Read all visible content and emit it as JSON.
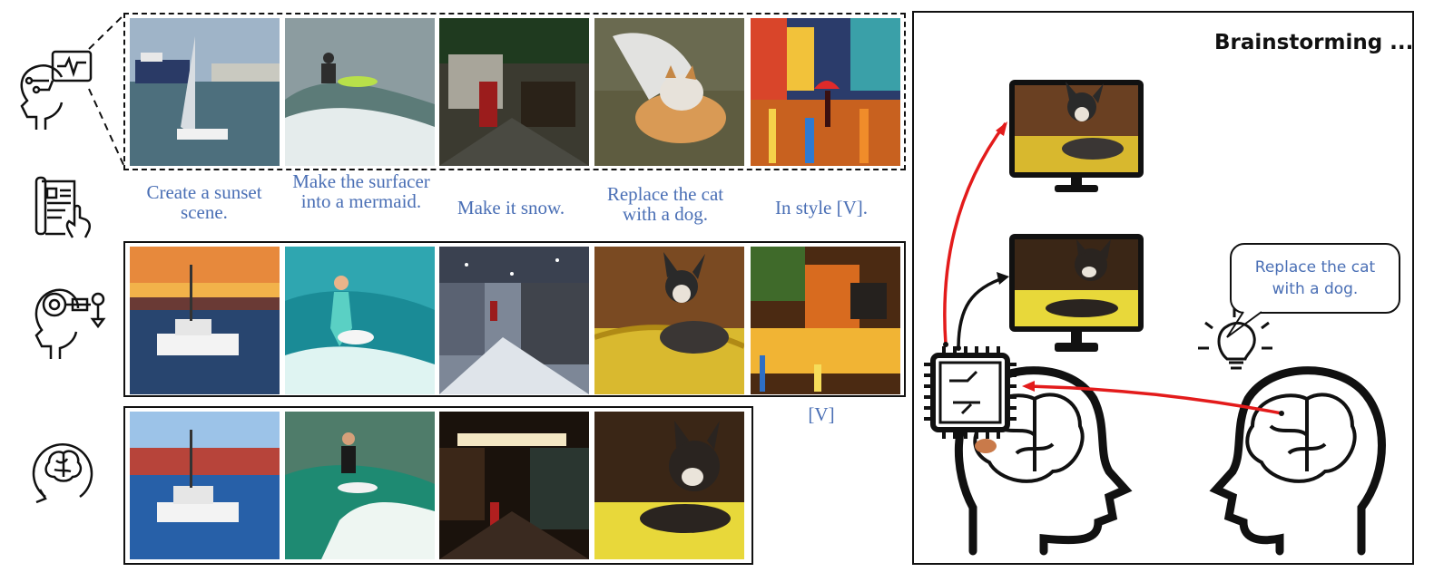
{
  "captions": {
    "sunset": "Create a sunset scene.",
    "mermaid": "Make the surfacer into a mermaid.",
    "snow": "Make it snow.",
    "dog": "Replace the cat with a dog.",
    "style": "In style [V]."
  },
  "style_token": "[V]",
  "panel": {
    "title": "Brainstorming ...",
    "bubble_text": "Replace the cat with a dog."
  },
  "icons": {
    "row1": "head-monitor-icon",
    "row_text": "document-hand-icon",
    "row2": "head-tool-icon",
    "row3": "brain-cycle-icon"
  },
  "colors": {
    "caption": "#4a6fb5",
    "arrow_red": "#e31b1b",
    "arrow_black": "#111111"
  }
}
